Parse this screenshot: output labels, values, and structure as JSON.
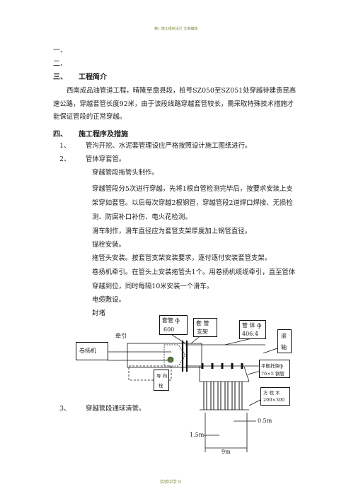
{
  "header": {
    "text": "第1  施工组织设计 文库编辑"
  },
  "outline": {
    "item1": "一、",
    "item2": "二、"
  },
  "section3": {
    "num": "三、",
    "title": "工程简介",
    "para": "西南成品油管道工程，晴隆至盘县段，桩号SZ050至SZ051处穿越待建贵昆高速公路，穿越套管长度92米，由于该段线路穿越套管较长，需采取特殊技术措施才能保证管段的正常穿越。"
  },
  "section4": {
    "num": "四、",
    "title": "施工程序及措施",
    "steps": [
      {
        "num": "1、",
        "text": "管沟开挖、水泥套管理设应严格按照设计施工图纸进行。"
      },
      {
        "num": "2、",
        "text": "管体穿套管。"
      }
    ],
    "sub": [
      "穿越管段拖管头制作。",
      "穿越管段分5次进行穿越，先将1根自管检测完毕后，按要求安装上支架穿如套管。以后每次穿越2根钢管，穿越管段2道焊口焊接、无损检测、防腐补口补伤、电火花检测。",
      "滑车制作，滑车直径应为套管支架厚度加上钢管直径。",
      "锚栓安装。",
      "拖管头安装。按套管支架安装要求，逐付逐付安装套管支架。",
      "卷扬机牵引。在管头上安装拖管头1个。用卷扬机缆缆牵引，直至管体穿越到位，同时每隔10米安装一个滑车。",
      "电缆敷设。",
      "封堵"
    ],
    "step3": {
      "num": "3、",
      "text": "穿越管段通球清管。"
    }
  },
  "diagram": {
    "winch": "卷扬机",
    "pull": "牵引",
    "casing_label1": "套管 ф",
    "casing_label2": "600",
    "support_label1": "套 管",
    "support_label2": "支架",
    "pipe_label1": "管 体 ф",
    "pipe_label2": "406.4",
    "roller_label1": "滚",
    "roller_label2": "轴",
    "anchor_label1": "导 向",
    "anchor_label2": "栓",
    "bracket_label1": "平衡托架ф",
    "bracket_label2": "76×5 钢管",
    "timber_label1": "方 枕 木",
    "timber_label2": "200×300",
    "dim_1_5": "1.5m",
    "dim_0_5": "0.5m",
    "dim_9": "9m"
  },
  "footer": {
    "text": "实验中学 8"
  }
}
